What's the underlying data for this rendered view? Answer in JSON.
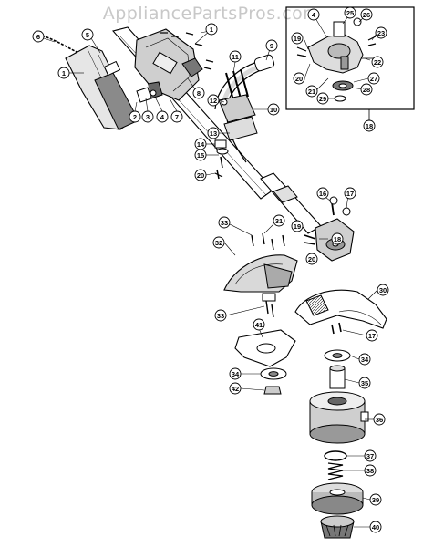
{
  "watermark": "AppliancePartsPros.com",
  "callouts": {
    "c1": "1",
    "c2": "2",
    "c3": "3",
    "c4": "4",
    "c5": "5",
    "c6": "6",
    "c7": "7",
    "c8": "8",
    "c9": "9",
    "c10": "10",
    "c11": "11",
    "c12": "12",
    "c13": "13",
    "c14": "14",
    "c15": "15",
    "c16": "16",
    "c17": "17",
    "c18": "18",
    "c19": "19",
    "c20": "20",
    "c21": "21",
    "c22": "22",
    "c23": "23",
    "c25": "25",
    "c26": "26",
    "c27": "27",
    "c28": "28",
    "c29": "29",
    "c30": "30",
    "c31": "31",
    "c32": "32",
    "c33": "33",
    "c34": "34",
    "c35": "35",
    "c36": "36",
    "c37": "37",
    "c38": "38",
    "c39": "39",
    "c40": "40",
    "c41": "41",
    "c42": "42"
  }
}
